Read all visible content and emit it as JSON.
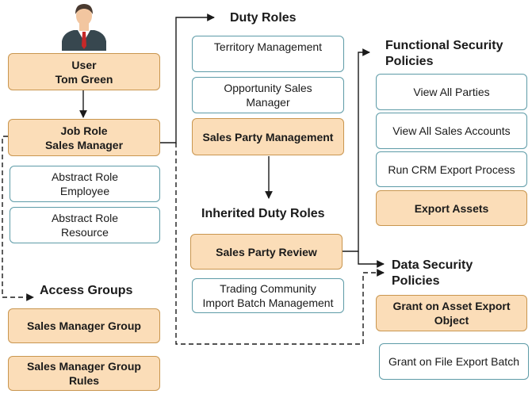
{
  "colors": {
    "role_fill": "#fbddb8",
    "role_border": "#c9964f",
    "policy_border": "#5d9ba7",
    "connector": "#1a1a1a"
  },
  "user": {
    "icon": "person-icon",
    "line1": "User",
    "line2": "Tom Green"
  },
  "job_role": {
    "line1": "Job Role",
    "line2": "Sales Manager"
  },
  "abstract_roles": [
    {
      "line1": "Abstract Role",
      "line2": "Employee"
    },
    {
      "line1": "Abstract Role",
      "line2": "Resource"
    }
  ],
  "access_groups": {
    "heading": "Access Groups",
    "items": [
      {
        "line1": "Sales Manager Group",
        "line2": ""
      },
      {
        "line1": "Sales Manager Group",
        "line2": "Rules"
      }
    ]
  },
  "duty_roles": {
    "heading": "Duty Roles",
    "items": [
      {
        "line1": "Territory Management",
        "line2": ""
      },
      {
        "line1": "Opportunity Sales",
        "line2": "Manager"
      },
      {
        "line1": "Sales Party Management",
        "line2": ""
      }
    ]
  },
  "inherited_duty_roles": {
    "heading": "Inherited Duty Roles",
    "items": [
      {
        "line1": "Sales Party Review",
        "line2": ""
      },
      {
        "line1": "Trading Community",
        "line2": "Import Batch Management"
      }
    ]
  },
  "functional_security": {
    "heading_line1": "Functional Security",
    "heading_line2": "Policies",
    "items": [
      "View All Parties",
      "View All Sales Accounts",
      "Run CRM Export Process",
      "Export Assets"
    ]
  },
  "data_security": {
    "heading_line1": "Data Security",
    "heading_line2": "Policies",
    "items": [
      {
        "line1": "Grant on Asset Export",
        "line2": "Object"
      },
      {
        "line1": "Grant on File Export Batch",
        "line2": ""
      }
    ]
  }
}
